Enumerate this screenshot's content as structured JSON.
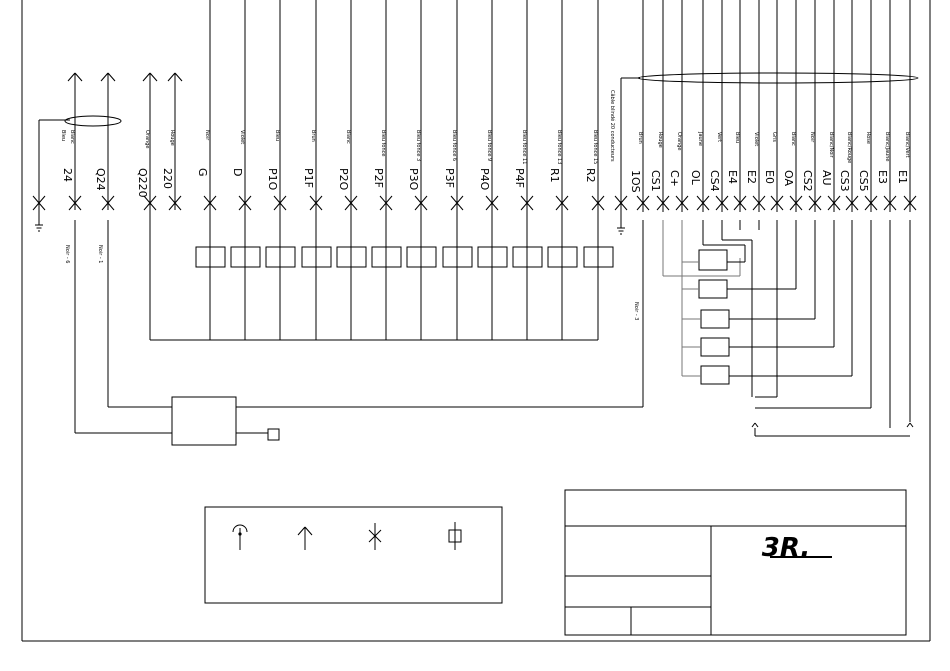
{
  "left_terminals": [
    {
      "label": "",
      "wire": "Bleu"
    },
    {
      "label": "24",
      "wire": "Blanc"
    },
    {
      "label": "Q24",
      "wire": "",
      "note": "Noir - 1"
    },
    {
      "label": "Q220",
      "wire": "Orange"
    },
    {
      "label": "220",
      "wire": "Rouge"
    }
  ],
  "left_notes": [
    "Noir - 6",
    "Noir - 1",
    "Noir - 3"
  ],
  "middle_terminals": [
    {
      "label": "G",
      "wire": "Noir"
    },
    {
      "label": "D",
      "wire": "Violet"
    },
    {
      "label": "P1O",
      "wire": "Bleu"
    },
    {
      "label": "P1F",
      "wire": "Brun"
    },
    {
      "label": "P2O",
      "wire": "Blanc"
    },
    {
      "label": "P2F",
      "wire": "Bleu foncé"
    },
    {
      "label": "P3O",
      "wire": "Bleu foncé 3"
    },
    {
      "label": "P3F",
      "wire": "Bleu foncé 6"
    },
    {
      "label": "P4O",
      "wire": "Bleu foncé 9"
    },
    {
      "label": "P4F",
      "wire": "Bleu foncé 11"
    },
    {
      "label": "R1",
      "wire": "Bleu foncé 13"
    },
    {
      "label": "R2",
      "wire": "Bleu foncé 15"
    }
  ],
  "cable_label": "Câble blindé 20 conducteurs",
  "right_terminals": [
    {
      "label": "1OS",
      "wire": "Brun"
    },
    {
      "label": "CS1",
      "wire": "Rouge"
    },
    {
      "label": "C+",
      "wire": "Orange"
    },
    {
      "label": "OL",
      "wire": "Jaune"
    },
    {
      "label": "CS4",
      "wire": "Vert"
    },
    {
      "label": "E4",
      "wire": "Bleu"
    },
    {
      "label": "E2",
      "wire": "Violet"
    },
    {
      "label": "E0",
      "wire": "Gris"
    },
    {
      "label": "OA",
      "wire": "Blanc"
    },
    {
      "label": "CS2",
      "wire": "Noir"
    },
    {
      "label": "AU",
      "wire": "Blanc/Noir"
    },
    {
      "label": "CS3",
      "wire": "Blanc/Rouge"
    },
    {
      "label": "CS5",
      "wire": "Rose"
    },
    {
      "label": "E3",
      "wire": "Blanc/Jaune"
    },
    {
      "label": "E1",
      "wire": "Blanc/Vert"
    }
  ],
  "logo_text": "3R."
}
